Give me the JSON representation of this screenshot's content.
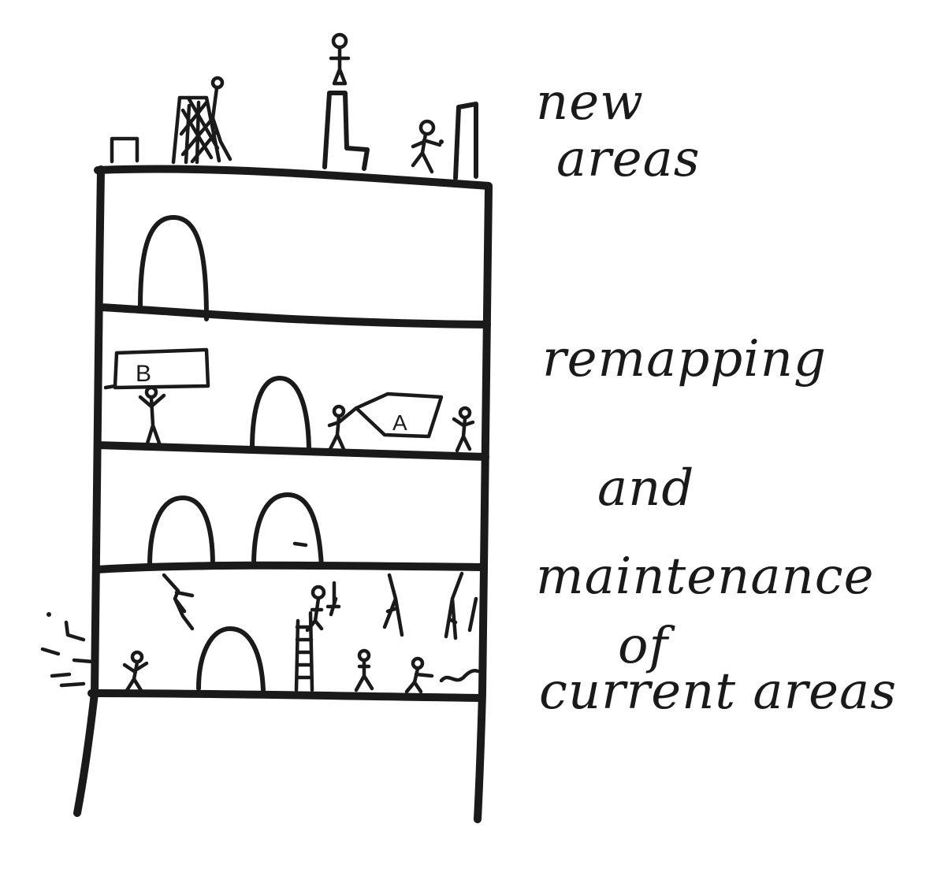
{
  "colors": {
    "ink": "#1a1a1a",
    "background": "#ffffff"
  },
  "building": {
    "signs": [
      {
        "name": "sign-b",
        "letter": "B"
      },
      {
        "name": "sign-a",
        "letter": "A"
      }
    ]
  },
  "annotations": [
    {
      "name": "annotation-new-areas-line-1",
      "text": "new"
    },
    {
      "name": "annotation-new-areas-line-2",
      "text": "areas"
    },
    {
      "name": "annotation-remapping",
      "text": "remapping"
    },
    {
      "name": "annotation-and",
      "text": "and"
    },
    {
      "name": "annotation-maintenance",
      "text": "maintenance"
    },
    {
      "name": "annotation-of",
      "text": "of"
    },
    {
      "name": "annotation-current-areas",
      "text": "current areas"
    }
  ]
}
